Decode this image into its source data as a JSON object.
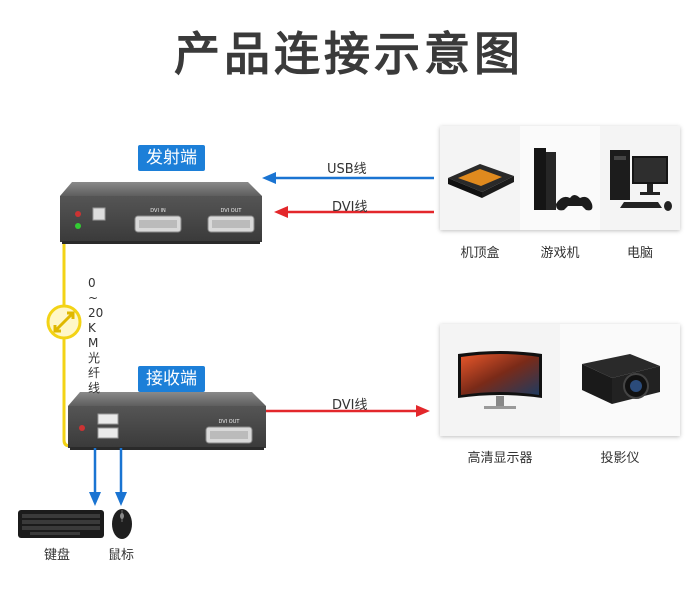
{
  "title": "产品连接示意图",
  "transmitter": {
    "label": "发射端",
    "ports": [
      "DVI IN",
      "DVI OUT"
    ]
  },
  "receiver": {
    "label": "接收端",
    "ports": [
      "DVI OUT"
    ]
  },
  "connections": {
    "usb_label": "USB线",
    "dvi_label_top": "DVI线",
    "dvi_label_bottom": "DVI线",
    "fiber_label": "0~20KM光纤线"
  },
  "source_devices": [
    "机顶盒",
    "游戏机",
    "电脑"
  ],
  "display_devices": [
    "高清显示器",
    "投影仪"
  ],
  "peripherals": [
    "键盘",
    "鼠标"
  ],
  "colors": {
    "tag_blue": "#1c7fd8",
    "arrow_blue": "#1a74d2",
    "arrow_red": "#e3272b",
    "fiber_yellow": "#f3d316"
  }
}
